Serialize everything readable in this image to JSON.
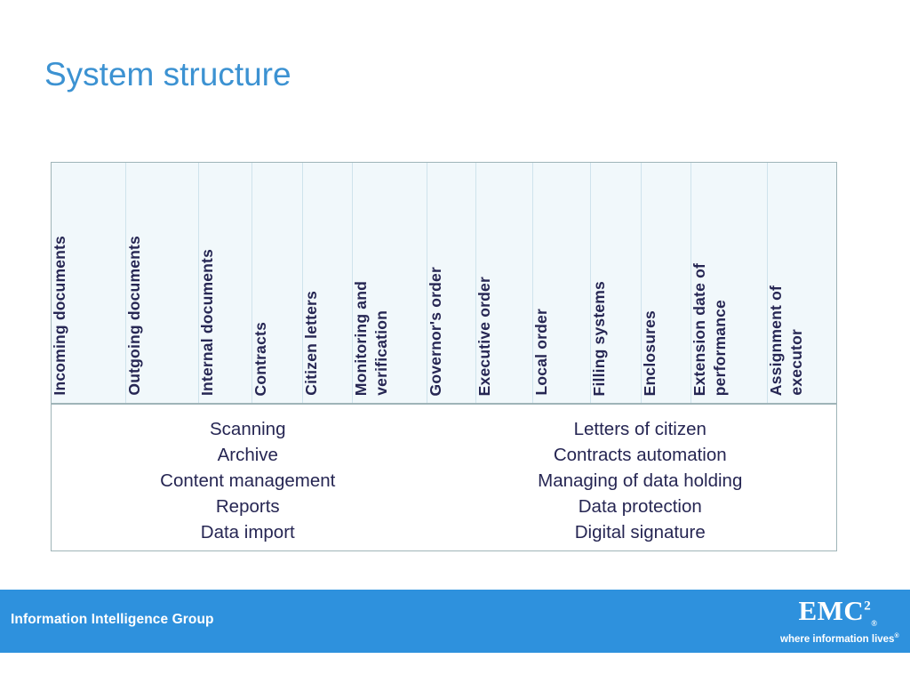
{
  "slide": {
    "title": "System structure",
    "title_color": "#3C92D2"
  },
  "table": {
    "header_bg": "#F1F8FB",
    "border_color": "#9FB4B8",
    "divider_color": "#CFE3EC",
    "text_color": "#262653",
    "columns": [
      {
        "label": "Incoming documents",
        "lines": [
          "Incoming documents"
        ]
      },
      {
        "label": "Outgoing documents",
        "lines": [
          "Outgoing documents"
        ]
      },
      {
        "label": "Internal documents",
        "lines": [
          "Internal documents"
        ]
      },
      {
        "label": "Contracts",
        "lines": [
          "Contracts"
        ]
      },
      {
        "label": "Citizen letters",
        "lines": [
          "Citizen letters"
        ]
      },
      {
        "label": "Monitoring and verification",
        "lines": [
          "Monitoring and",
          "verification"
        ]
      },
      {
        "label": "Governor's order",
        "lines": [
          "Governor's order"
        ]
      },
      {
        "label": "Executive order",
        "lines": [
          "Executive order"
        ]
      },
      {
        "label": "Local order",
        "lines": [
          "Local order"
        ]
      },
      {
        "label": "Filling systems",
        "lines": [
          "Filling systems"
        ]
      },
      {
        "label": "Enclosures",
        "lines": [
          "Enclosures"
        ]
      },
      {
        "label": "Extension date of performance",
        "lines": [
          "Extension date of",
          "performance"
        ]
      },
      {
        "label": "Assignment of executor",
        "lines": [
          "Assignment of",
          "executor"
        ]
      }
    ],
    "body": {
      "left_column": [
        "Scanning",
        "Archive",
        "Content management",
        "Reports",
        "Data import"
      ],
      "right_column": [
        "Letters of citizen",
        "Contracts automation",
        "Managing of data holding",
        "Data protection",
        "Digital signature"
      ]
    }
  },
  "footer": {
    "bar_color": "#2E91DD",
    "text": "Information Intelligence Group",
    "logo": {
      "wordmark": "EMC",
      "superscript": "2",
      "registered": "®",
      "tagline": "where information lives",
      "tagline_registered": "®"
    }
  }
}
